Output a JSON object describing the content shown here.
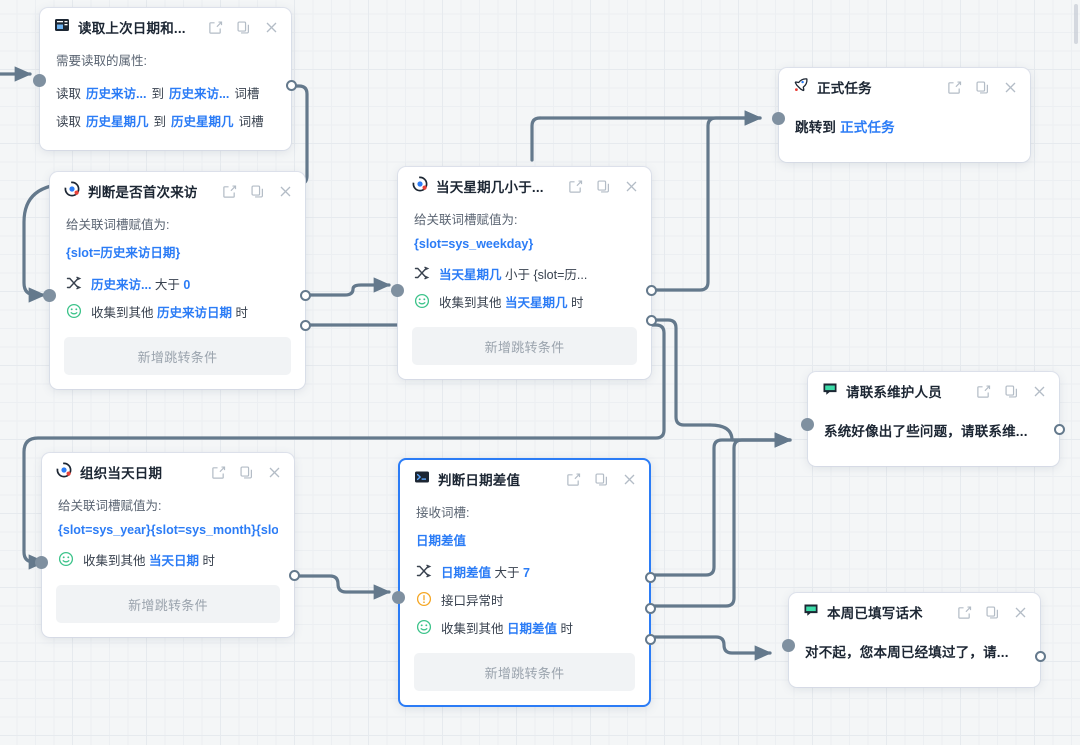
{
  "app": {
    "canvas_name": "dialog-flow-canvas"
  },
  "nodes": [
    {
      "id": "read-last-date",
      "title": "读取上次日期和...",
      "icon": "read-attribute-icon",
      "actions": [
        "edit-icon",
        "copy-icon",
        "close-icon"
      ],
      "body_label": "需要读取的属性:",
      "lines": [
        {
          "prefix": "读取",
          "a": "历史来访...",
          "mid": "到",
          "b": "历史来访...",
          "suffix": "词槽"
        },
        {
          "prefix": "读取",
          "a": "历史星期几",
          "mid": "到",
          "b": "历史星期几",
          "suffix": "词槽"
        }
      ]
    },
    {
      "id": "judge-first-visit",
      "title": "判断是否首次来访",
      "icon": "slot-assign-icon",
      "actions": [
        "edit-icon",
        "copy-icon",
        "close-icon"
      ],
      "body_label": "给关联词槽赋值为:",
      "body_value": "{slot=历史来访日期}",
      "conditions": [
        {
          "icon": "branch-icon",
          "hl": "历史来访...",
          "text": "大于",
          "num": "0"
        },
        {
          "icon": "smiley-icon",
          "pre": "收集到其他",
          "hl": "历史来访日期",
          "post": "时"
        }
      ],
      "add_label": "新增跳转条件"
    },
    {
      "id": "weekday-less-than",
      "title": "当天星期几小于...",
      "icon": "slot-assign-icon",
      "actions": [
        "edit-icon",
        "copy-icon",
        "close-icon"
      ],
      "body_label": "给关联词槽赋值为:",
      "body_value": "{slot=sys_weekday}",
      "conditions": [
        {
          "icon": "branch-icon",
          "hl": "当天星期几",
          "text": "小于 {slot=历..."
        },
        {
          "icon": "smiley-icon",
          "pre": "收集到其他",
          "hl": "当天星期几",
          "post": "时"
        }
      ],
      "add_label": "新增跳转条件"
    },
    {
      "id": "formal-task",
      "title": "正式任务",
      "icon": "rocket-icon",
      "actions": [
        "edit-icon",
        "copy-icon",
        "close-icon"
      ],
      "message_prefix": "跳转到",
      "message_link": "正式任务"
    },
    {
      "id": "contact-maintainer",
      "title": "请联系维护人员",
      "icon": "chat-icon",
      "actions": [
        "edit-icon",
        "copy-icon",
        "close-icon"
      ],
      "message": "系统好像出了些问题，请联系维..."
    },
    {
      "id": "organize-today-date",
      "title": "组织当天日期",
      "icon": "slot-assign-icon",
      "actions": [
        "edit-icon",
        "copy-icon",
        "close-icon"
      ],
      "body_label": "给关联词槽赋值为:",
      "body_value": "{slot=sys_year}{slot=sys_month}{slot=",
      "conditions": [
        {
          "icon": "smiley-icon",
          "pre": "收集到其他",
          "hl": "当天日期",
          "post": "时"
        }
      ],
      "add_label": "新增跳转条件"
    },
    {
      "id": "judge-date-diff",
      "title": "判断日期差值",
      "icon": "terminal-icon",
      "actions": [
        "edit-icon",
        "copy-icon",
        "close-icon"
      ],
      "selected": true,
      "body_label": "接收词槽:",
      "body_value": "日期差值",
      "conditions": [
        {
          "icon": "branch-icon",
          "hl": "日期差值",
          "text": "大于",
          "num": "7"
        },
        {
          "icon": "warning-icon",
          "text": "接口异常时"
        },
        {
          "icon": "smiley-icon",
          "pre": "收集到其他",
          "hl": "日期差值",
          "post": "时"
        }
      ],
      "add_label": "新增跳转条件"
    },
    {
      "id": "already-filled-this-week",
      "title": "本周已填写话术",
      "icon": "chat-icon",
      "actions": [
        "edit-icon",
        "copy-icon",
        "close-icon"
      ],
      "message": "对不起，您本周已经填过了，请..."
    }
  ],
  "colors": {
    "accent": "#2b7cf6",
    "edge": "#64798c",
    "canvas_bg": "#f4f6f7",
    "grid_line": "#e6eaee",
    "node_bg": "#ffffff",
    "muted_text": "#5a6472",
    "add_button_bg": "#f1f3f5",
    "selected_border": "#2b7cf6",
    "warning": "#f5a623",
    "success": "#3cc38a"
  }
}
